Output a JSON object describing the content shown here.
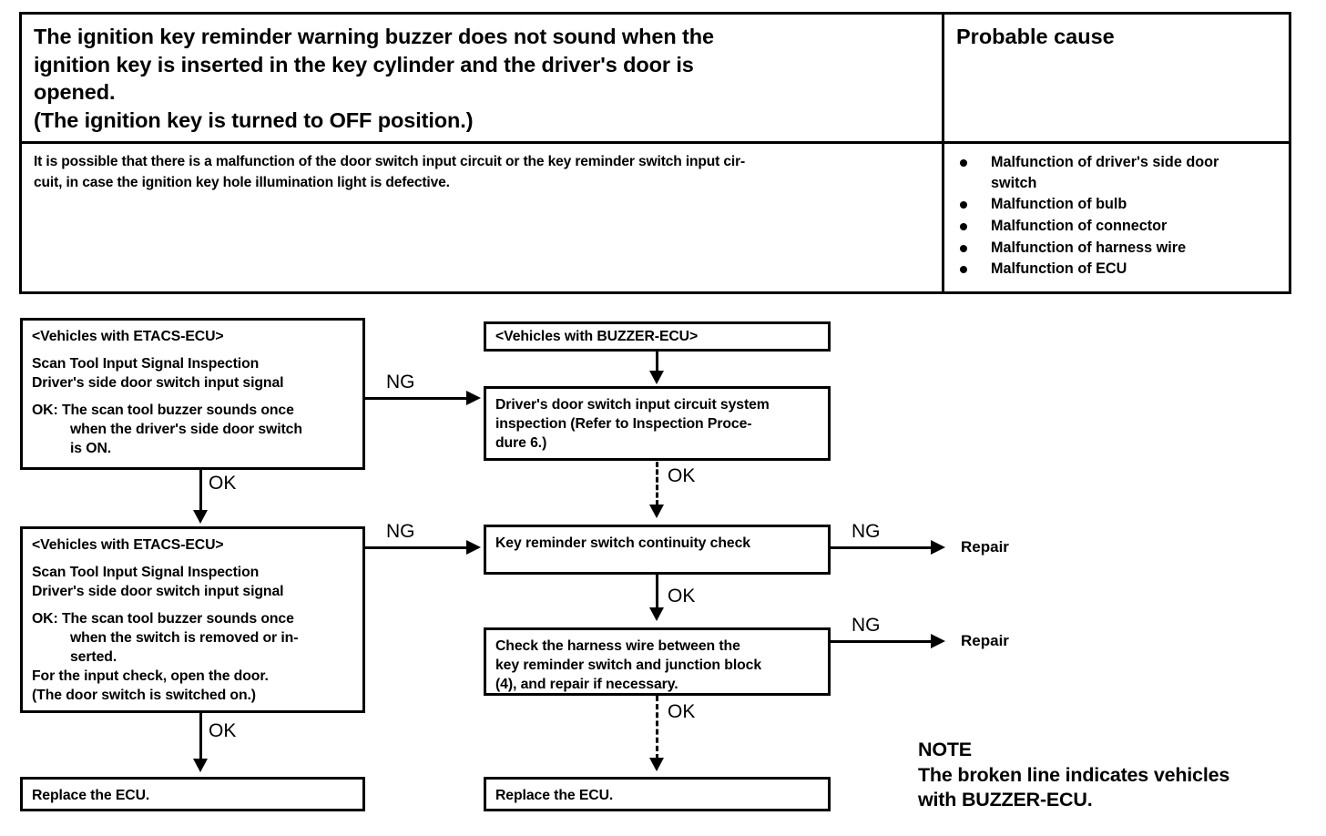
{
  "table": {
    "symptom_heading": [
      "The ignition key reminder warning buzzer does not sound when the",
      "ignition key is inserted in the key cylinder and the driver's door is",
      "opened.",
      "(The ignition key is turned to OFF position.)"
    ],
    "cause_heading": "Probable cause",
    "symptom_description": [
      "It is possible that there is a malfunction of the door switch input circuit or the key reminder switch input cir-",
      "cuit, in case the ignition key hole illumination light is defective."
    ],
    "causes": [
      {
        "line1": "Malfunction of   driver's side door",
        "line2": "switch"
      },
      {
        "line1": "Malfunction of  bulb",
        "line2": ""
      },
      {
        "line1": "Malfunction of   connector",
        "line2": ""
      },
      {
        "line1": "Malfunction of   harness wire",
        "line2": ""
      },
      {
        "line1": "Malfunction of  ECU",
        "line2": ""
      }
    ]
  },
  "flow": {
    "box_etacs_1": {
      "header": "<Vehicles with  ETACS-ECU>",
      "title": "Scan Tool Input Signal Inspection",
      "subtitle": "Driver's side door switch input signal",
      "ok_line1": "OK: The scan tool buzzer sounds once",
      "ok_line2": "when the driver's side door switch",
      "ok_line3": "is  ON."
    },
    "box_etacs_2": {
      "header": "<Vehicles  with  ETACS-ECU>",
      "title": "Scan Tool Input Signal Inspection",
      "subtitle": "Driver's side door switch input signal",
      "ok_line1": "OK: The scan tool buzzer sounds once",
      "ok_line2": "when the switch is removed or in-",
      "ok_line3": "serted.",
      "extra_line1": "For the input check, open the door.",
      "extra_line2": "(The door switch  is  switched on.)"
    },
    "box_buzzer_header": "<Vehicles  with  BUZZER-ECU>",
    "box_driver_door": [
      "Driver's door switch input circuit system",
      "inspection (Refer to Inspection Proce-",
      "dure  6.)"
    ],
    "box_key_reminder": "Key reminder switch continuity check",
    "box_harness": [
      "Check the harness wire between the",
      "key reminder switch and junction block",
      "(4),  and  repair  if  necessary."
    ],
    "box_replace_left": "Replace  the  ECU.",
    "box_replace_right": "Replace  the  ECU.",
    "labels": {
      "ng_1": "NG",
      "ng_2": "NG",
      "ng_3": "NG",
      "ng_4": "NG",
      "ok_left_1": "OK",
      "ok_left_2": "OK",
      "ok_right_1": "OK",
      "ok_right_2": "OK",
      "ok_right_3": "OK",
      "repair_1": "Repair",
      "repair_2": "Repair"
    }
  },
  "note": {
    "title": "NOTE",
    "line1": "The broken line indicates vehicles",
    "line2": "with  BUZZER-ECU."
  }
}
